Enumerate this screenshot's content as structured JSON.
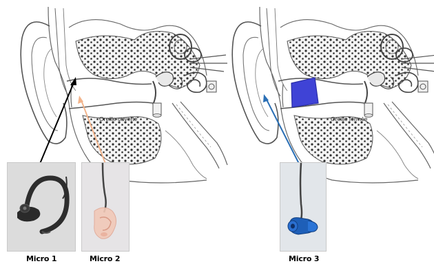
{
  "labels": {
    "open_ear": "Oreille ouverte",
    "closed_ear": "Oreille fermée"
  },
  "microphones": [
    {
      "label": "Micro 1",
      "arrow_color": "#000000"
    },
    {
      "label": "Micro 2",
      "arrow_color": "#f2b48c"
    },
    {
      "label": "Micro 3",
      "arrow_color": "#2a6fb5"
    }
  ],
  "colors": {
    "line_art": "#555555",
    "bone_dots": "#333333",
    "earplug_block": "#3f43d6",
    "photo_bg": "#dedede"
  }
}
